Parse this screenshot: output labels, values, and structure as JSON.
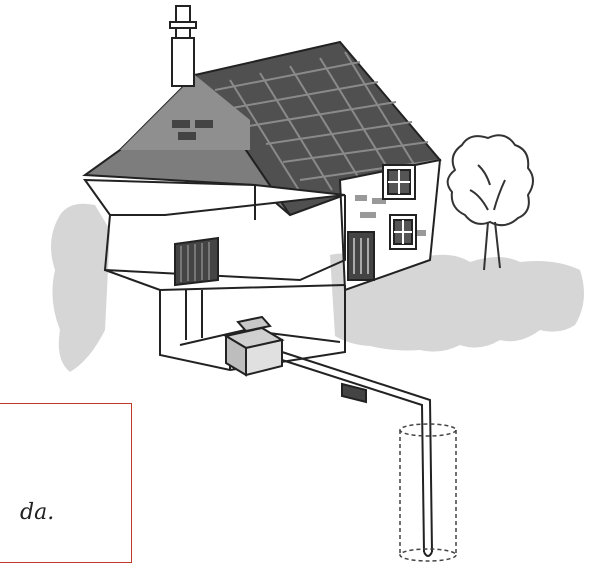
{
  "caption": {
    "visible_text": "da."
  },
  "colors": {
    "ground": "#d6d6d6",
    "roof_tile": "#505050",
    "wall": "#ffffff",
    "outline": "#222222",
    "box_border": "#c0392b"
  },
  "icons": {
    "house": "house-illustration",
    "heat_pump": "heat-pump-unit",
    "radiator": "radiator-icon",
    "borehole": "borehole-probe",
    "tree": "tree-icon"
  }
}
